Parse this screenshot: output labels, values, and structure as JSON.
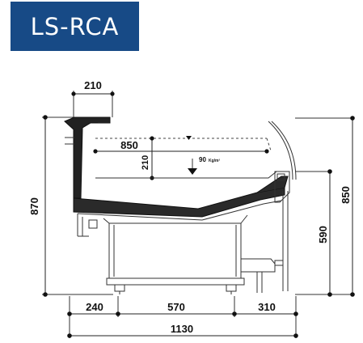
{
  "model": "LS-RCA",
  "dimensions": {
    "top_depth": "210",
    "shelf_depth": "850",
    "shelf_height": "210",
    "load": "90",
    "load_unit": "Kg/m²",
    "total_height": "870",
    "front_height": "850",
    "rear_height": "590",
    "base_left": "240",
    "base_middle": "570",
    "base_right": "310",
    "total_width": "1130"
  },
  "colors": {
    "badge_background": "#174a86",
    "badge_text": "#ffffff",
    "line": "#222222"
  }
}
